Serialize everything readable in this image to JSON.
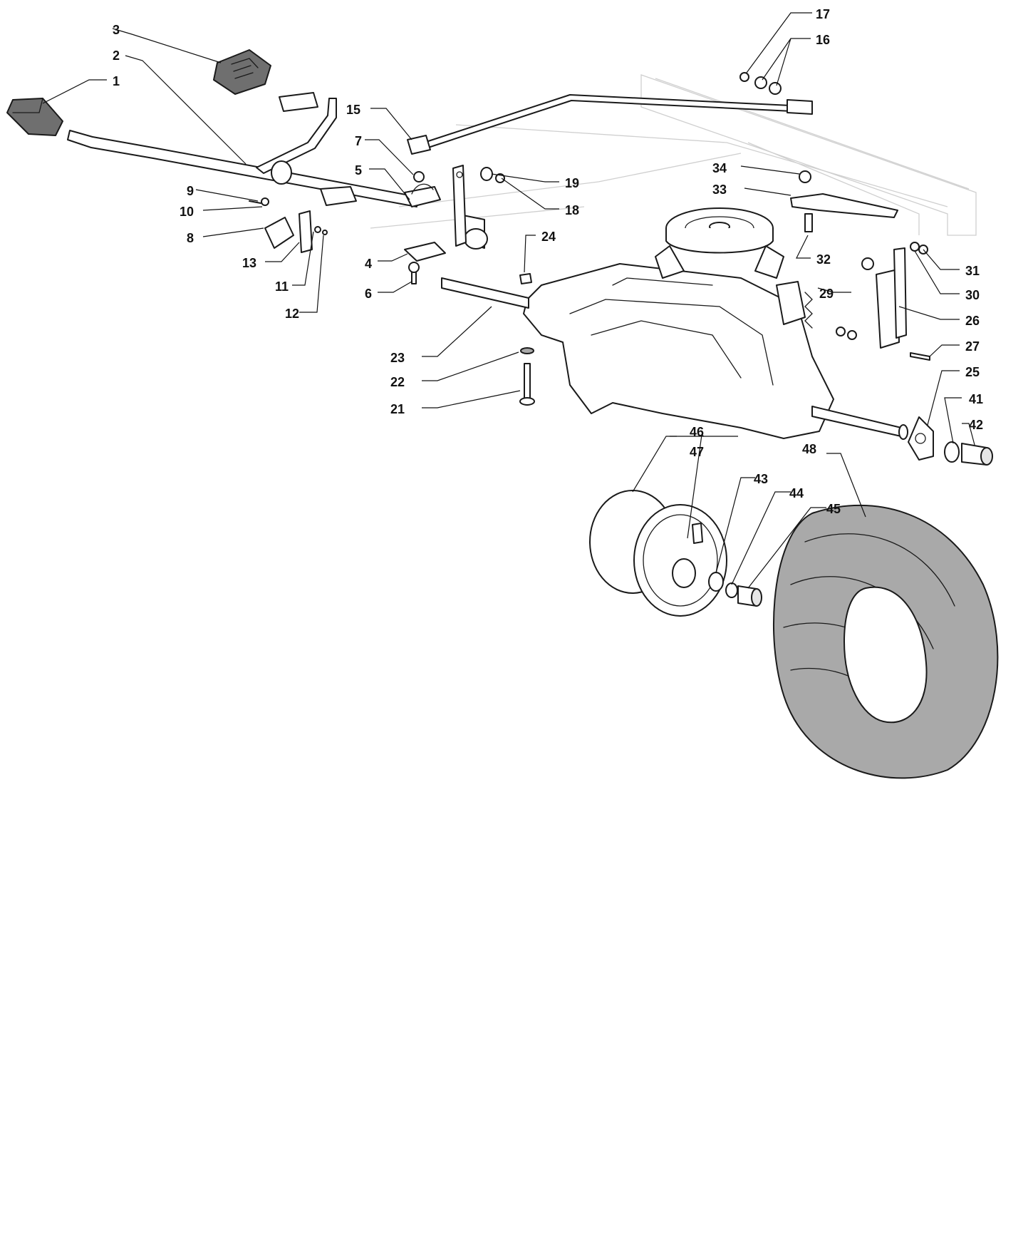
{
  "diagram": {
    "callouts": [
      {
        "id": "c1",
        "text": "1"
      },
      {
        "id": "c2",
        "text": "2"
      },
      {
        "id": "c3",
        "text": "3"
      },
      {
        "id": "c4",
        "text": "4"
      },
      {
        "id": "c5",
        "text": "5"
      },
      {
        "id": "c6",
        "text": "6"
      },
      {
        "id": "c7",
        "text": "7"
      },
      {
        "id": "c8",
        "text": "8"
      },
      {
        "id": "c9",
        "text": "9"
      },
      {
        "id": "c10",
        "text": "10"
      },
      {
        "id": "c11",
        "text": "11"
      },
      {
        "id": "c12",
        "text": "12"
      },
      {
        "id": "c13",
        "text": "13"
      },
      {
        "id": "c15",
        "text": "15"
      },
      {
        "id": "c16",
        "text": "16"
      },
      {
        "id": "c17",
        "text": "17"
      },
      {
        "id": "c18",
        "text": "18"
      },
      {
        "id": "c19",
        "text": "19"
      },
      {
        "id": "c21",
        "text": "21"
      },
      {
        "id": "c22",
        "text": "22"
      },
      {
        "id": "c23",
        "text": "23"
      },
      {
        "id": "c24",
        "text": "24"
      },
      {
        "id": "c25",
        "text": "25"
      },
      {
        "id": "c26",
        "text": "26"
      },
      {
        "id": "c27",
        "text": "27"
      },
      {
        "id": "c29",
        "text": "29"
      },
      {
        "id": "c30",
        "text": "30"
      },
      {
        "id": "c31",
        "text": "31"
      },
      {
        "id": "c32",
        "text": "32"
      },
      {
        "id": "c33",
        "text": "33"
      },
      {
        "id": "c34",
        "text": "34"
      },
      {
        "id": "c41",
        "text": "41"
      },
      {
        "id": "c42",
        "text": "42"
      },
      {
        "id": "c43",
        "text": "43"
      },
      {
        "id": "c44",
        "text": "44"
      },
      {
        "id": "c45",
        "text": "45"
      },
      {
        "id": "c46",
        "text": "46"
      },
      {
        "id": "c47",
        "text": "47"
      },
      {
        "id": "c48",
        "text": "48"
      }
    ]
  }
}
